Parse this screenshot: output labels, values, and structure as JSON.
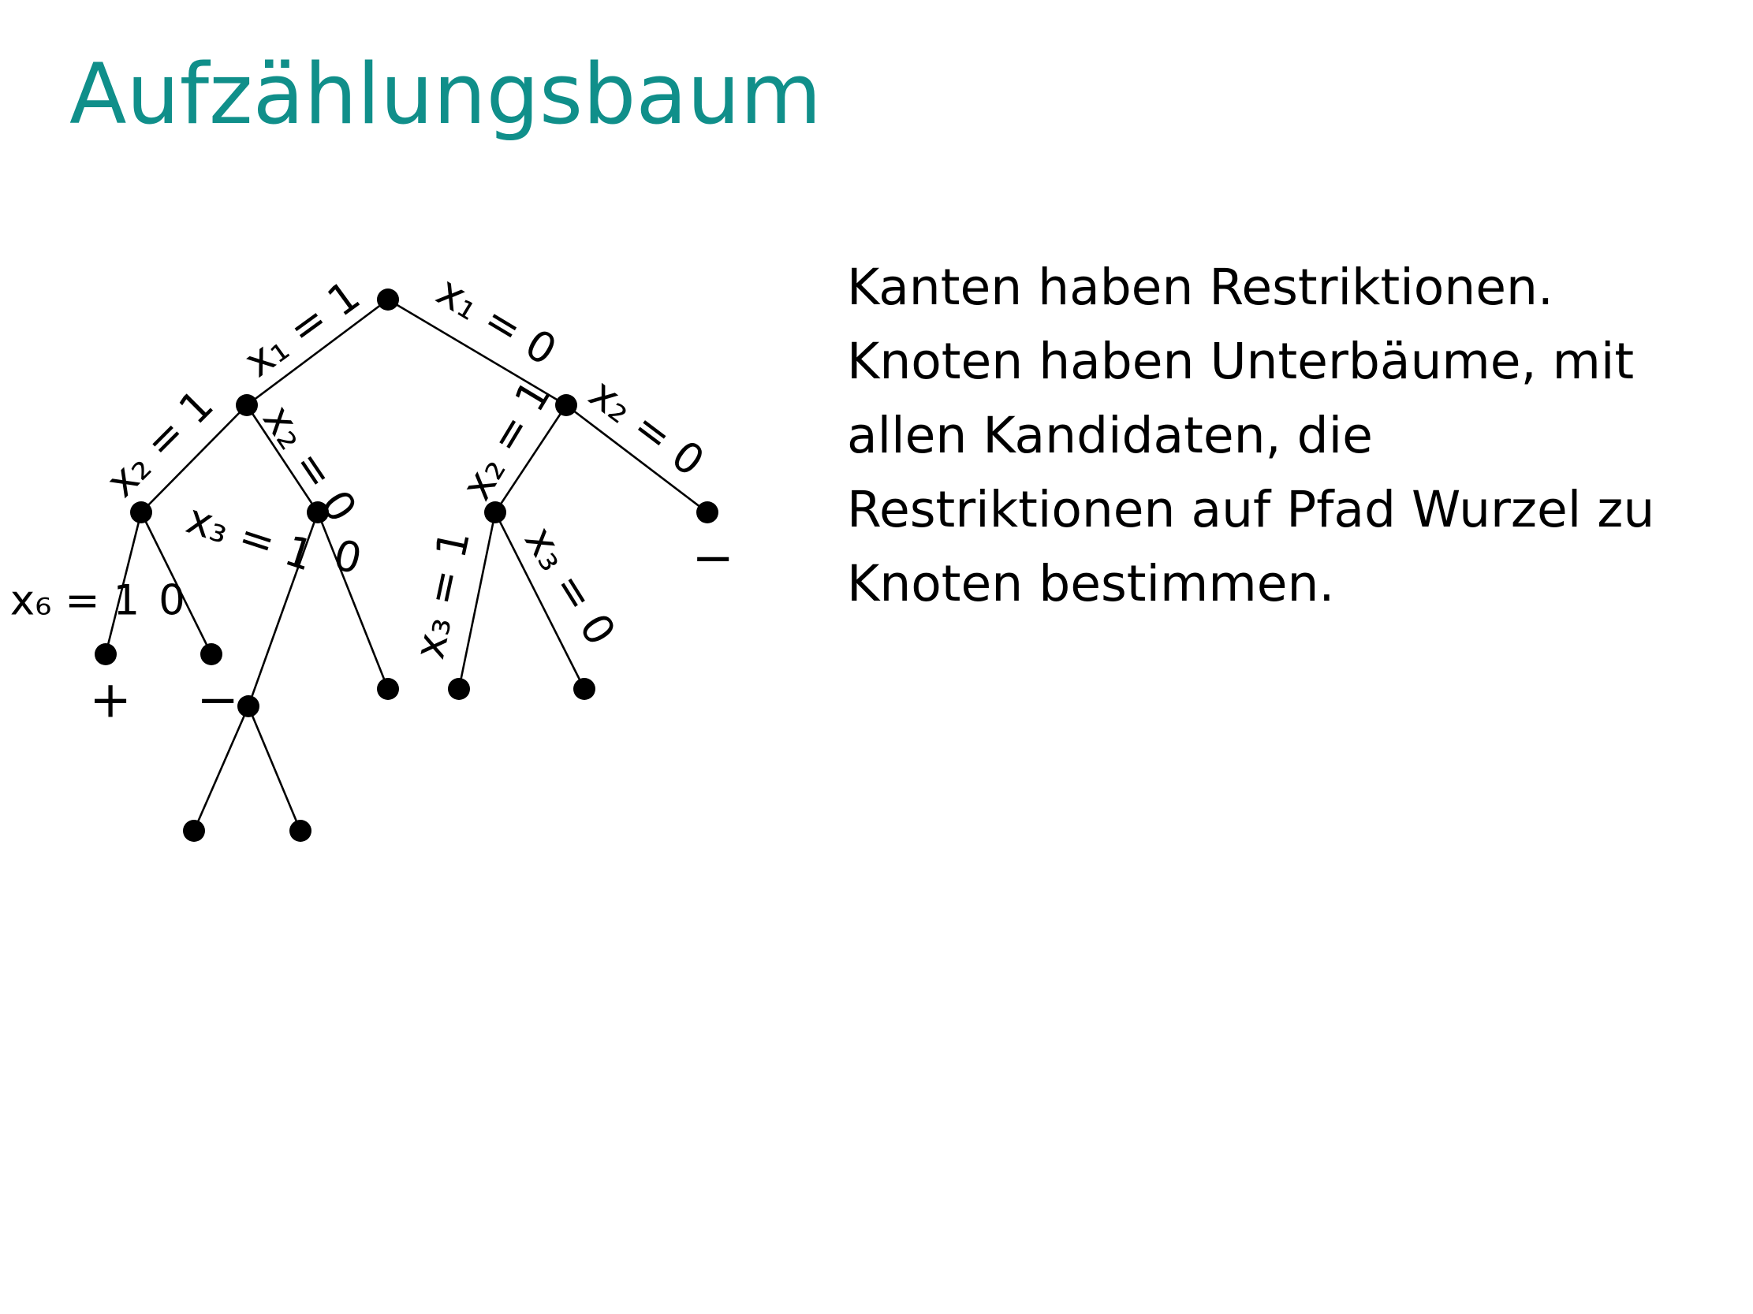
{
  "title": "Aufzählungsbaum",
  "colors": {
    "title": "#108f8a",
    "ink": "#000000"
  },
  "tree": {
    "edges": [
      {
        "id": "root-a",
        "label": "x₁ = 1"
      },
      {
        "id": "root-b",
        "label": "x₁ = 0"
      },
      {
        "id": "a-c",
        "label": "x₂ = 1"
      },
      {
        "id": "a-d",
        "label": "x₂ = 0"
      },
      {
        "id": "b-e",
        "label": "x₂ = 1"
      },
      {
        "id": "b-f",
        "label": "x₂ = 0"
      },
      {
        "id": "c-g",
        "label": "x₆ = 1"
      },
      {
        "id": "c-h",
        "label": "0"
      },
      {
        "id": "d-i",
        "label": "x₃ = 1"
      },
      {
        "id": "d-j",
        "label": "0"
      },
      {
        "id": "e-k",
        "label": "x₃ = 1"
      },
      {
        "id": "e-l",
        "label": "x₃ = 0"
      },
      {
        "id": "i-m",
        "label": ""
      },
      {
        "id": "i-n",
        "label": ""
      }
    ],
    "leaf_labels": [
      {
        "node": "g",
        "text": "+"
      },
      {
        "node": "h",
        "text": "−"
      },
      {
        "node": "f",
        "text": "−"
      }
    ]
  },
  "explanation": [
    "Kanten haben Restriktionen.",
    "Knoten haben Unterbäume, mit",
    "allen Kandidaten, die",
    "Restriktionen auf Pfad Wurzel zu",
    "Knoten bestimmen."
  ]
}
